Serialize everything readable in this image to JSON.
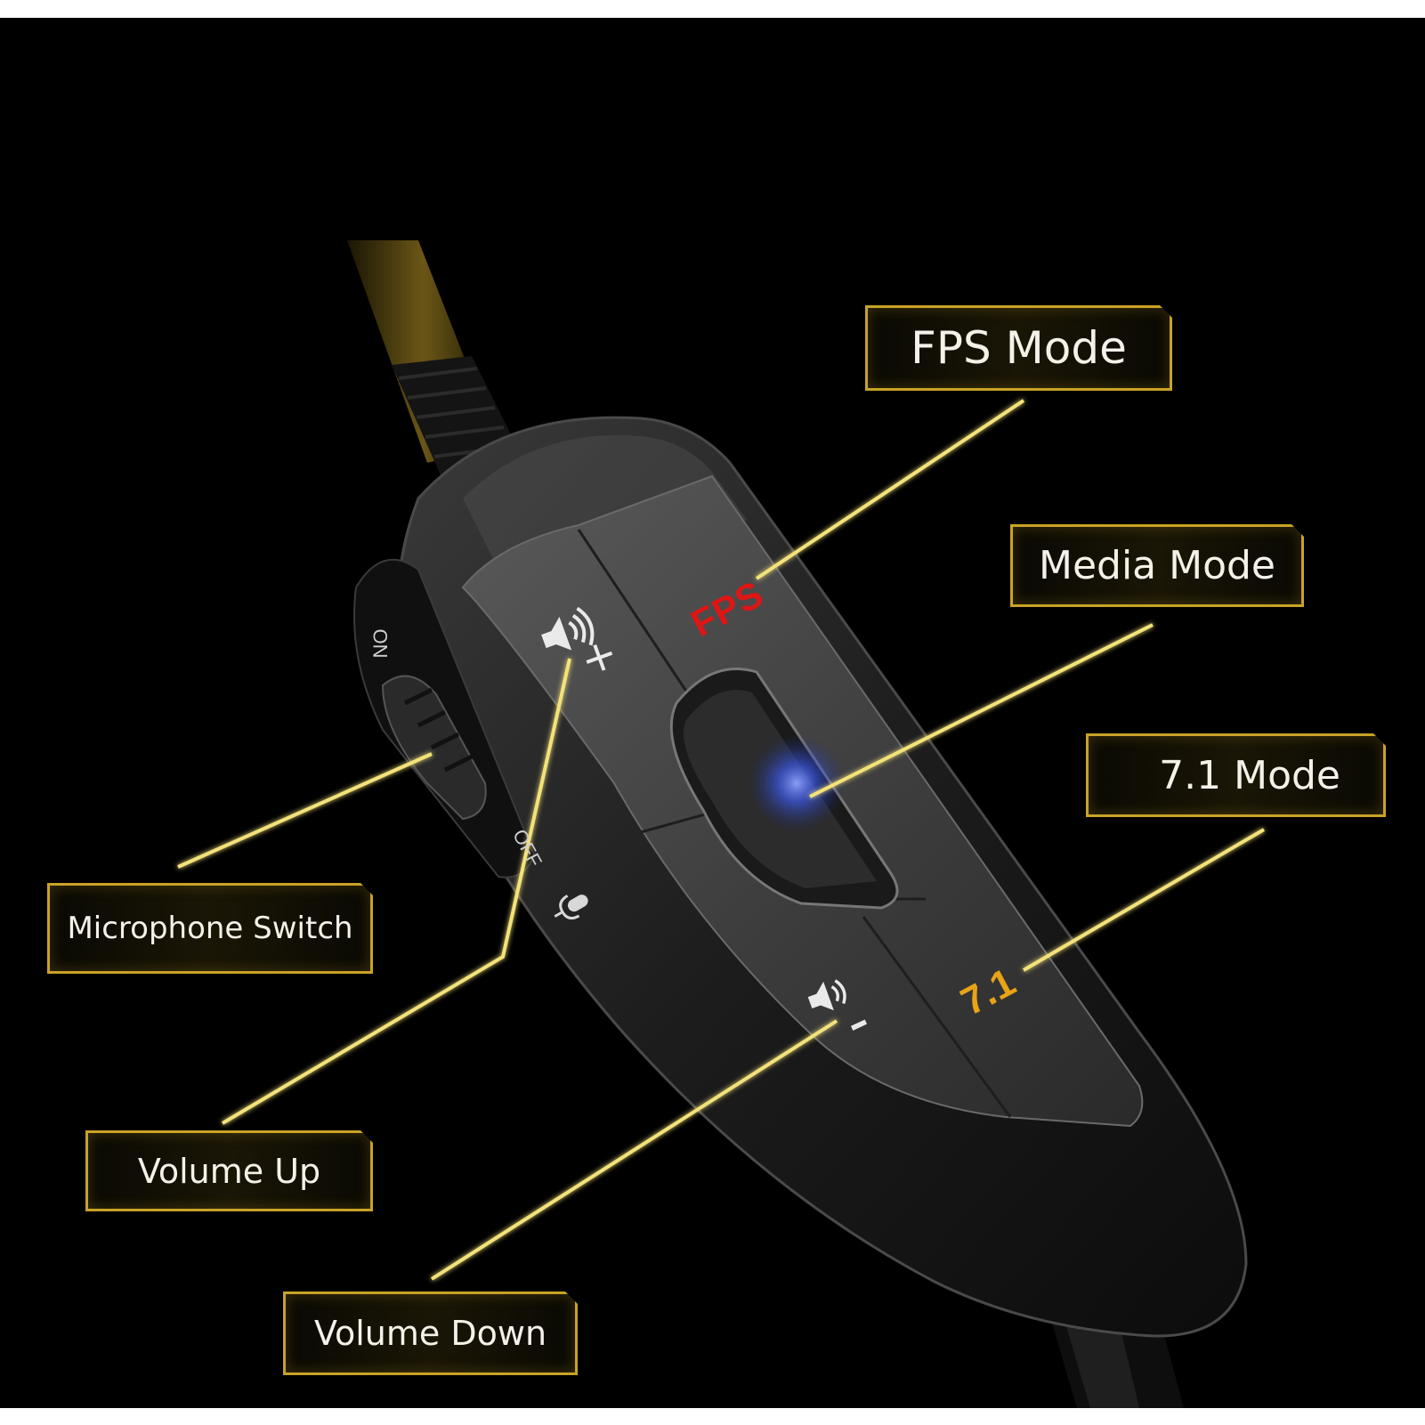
{
  "callouts": {
    "fps": "FPS Mode",
    "media": "Media Mode",
    "surround": "7.1 Mode",
    "mic": "Microphone Switch",
    "volume_up": "Volume Up",
    "volume_down": "Volume Down"
  },
  "device": {
    "fps_label": "FPS",
    "surround_label": "7.1",
    "switch_on": "ON",
    "switch_off": "OFF",
    "plus": "+",
    "minus": "–"
  },
  "colors": {
    "accent": "#c9a227",
    "fps_text": "#e01515",
    "surround_text": "#e8a317",
    "led": "#4a6cff"
  }
}
